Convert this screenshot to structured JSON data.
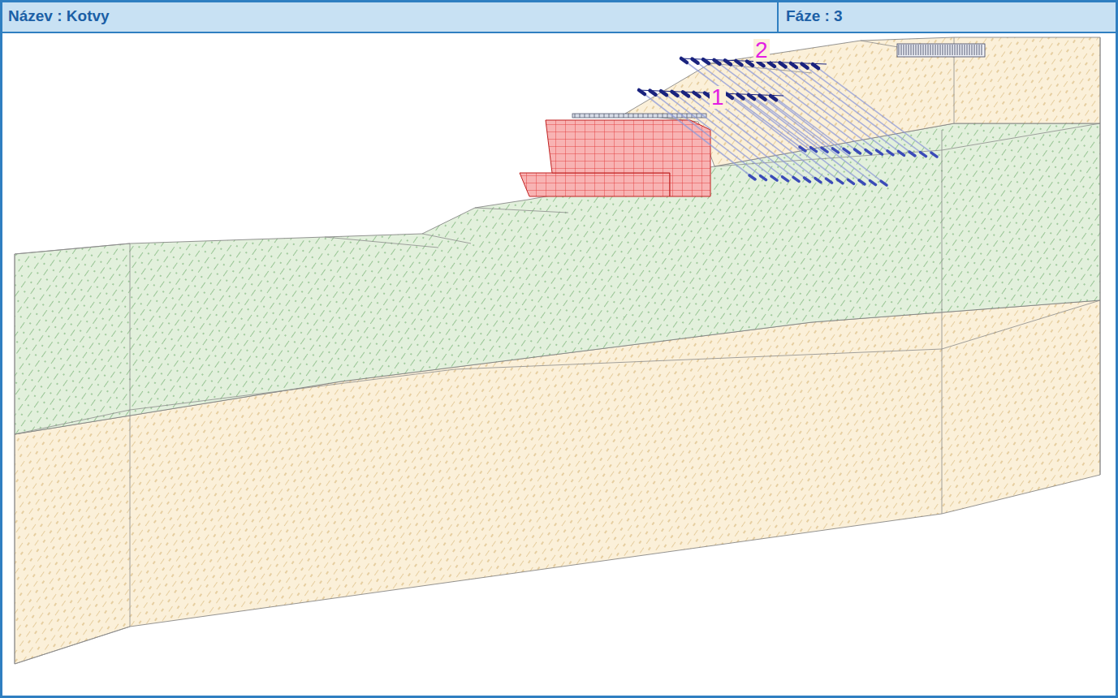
{
  "diagram": {
    "labels": [
      "Název : Kotvy",
      "Fáze : 3",
      "1",
      "2"
    ]
  }
}
